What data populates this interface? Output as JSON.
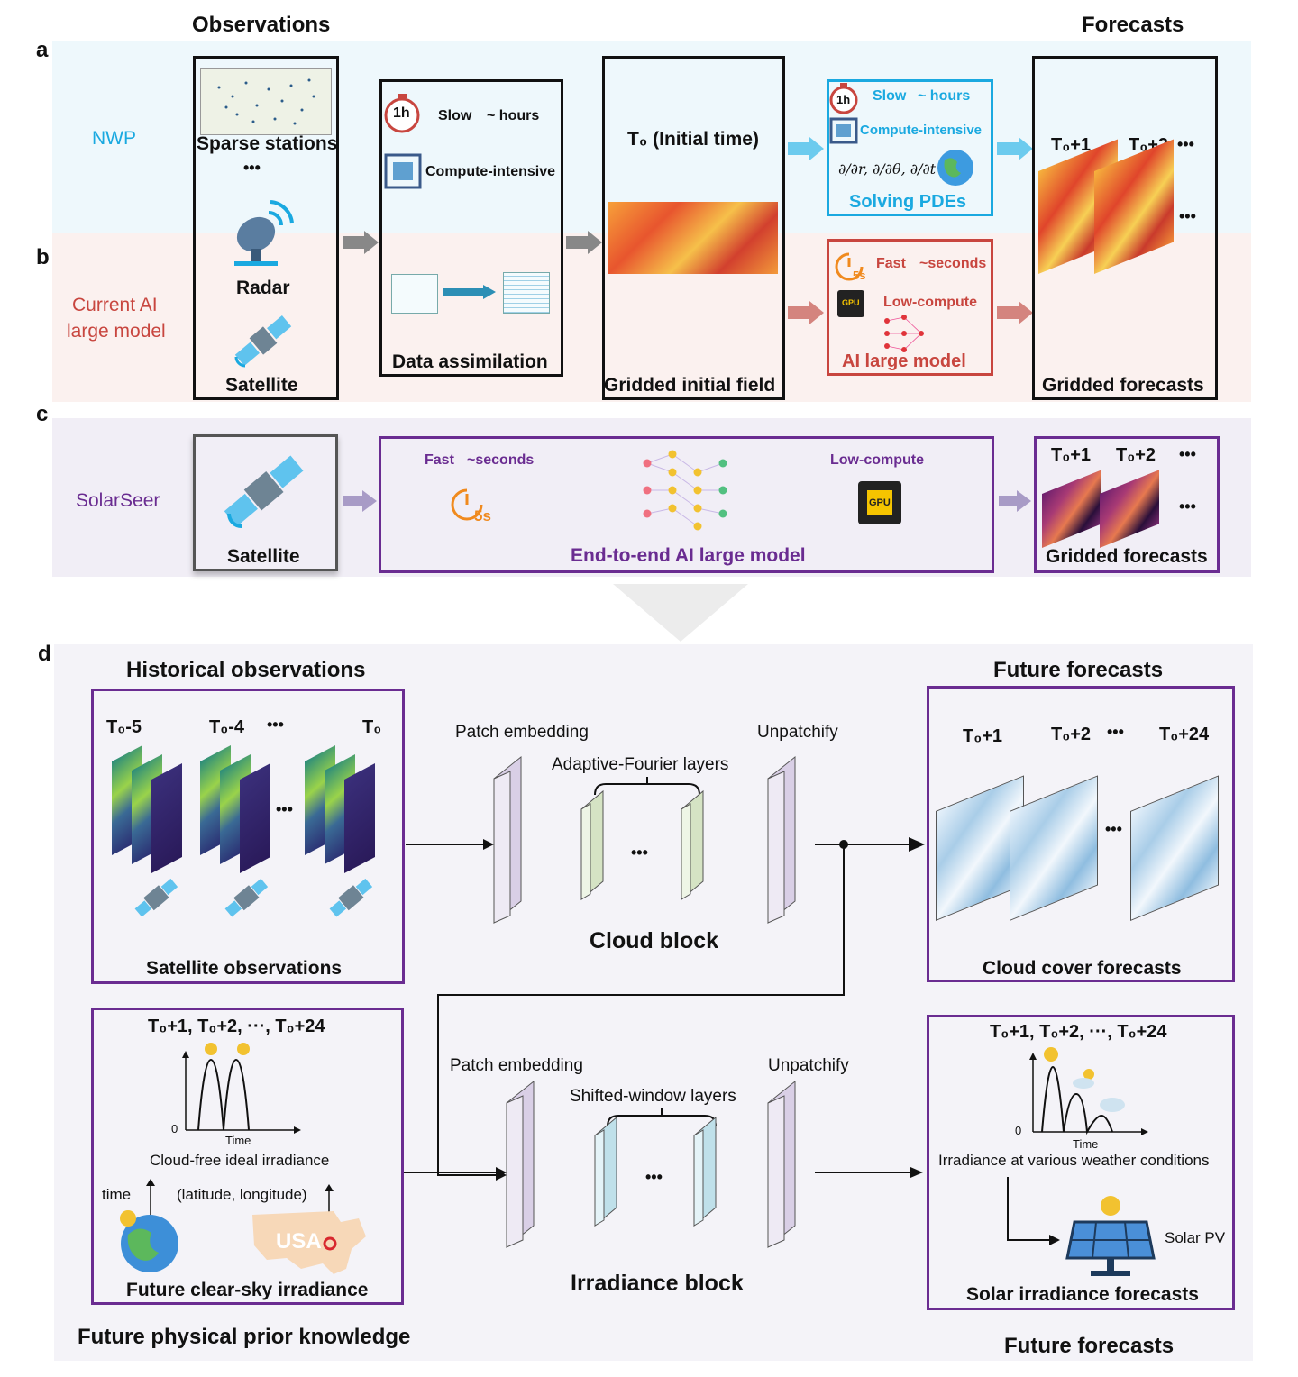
{
  "headers": {
    "observations": "Observations",
    "forecasts": "Forecasts"
  },
  "panels": {
    "a": "a",
    "b": "b",
    "c": "c",
    "d": "d"
  },
  "rows": {
    "nwp": "NWP",
    "current_ai_1": "Current AI",
    "current_ai_2": "large model",
    "solarseer": "SolarSeer"
  },
  "obs": {
    "sparse": "Sparse stations",
    "dots": "•••",
    "radar": "Radar",
    "satellite": "Satellite"
  },
  "da": {
    "slow": "Slow",
    "hours": "~ hours",
    "compute": "Compute-intensive",
    "title": "Data assimilation",
    "timer": "1h"
  },
  "init": {
    "t0": "T₀ (Initial time)",
    "title": "Gridded initial field"
  },
  "nwp_box": {
    "slow": "Slow",
    "hours": "~ hours",
    "compute": "Compute-intensive",
    "pde": "∂/∂r, ∂/∂θ, ∂/∂t",
    "title": "Solving PDEs",
    "timer": "1h"
  },
  "ai_box": {
    "fast": "Fast",
    "seconds": "~seconds",
    "compute": "Low-compute",
    "title": "AI large model",
    "timer": "5s",
    "gpu": "GPU"
  },
  "forecast_ab": {
    "t1": "T₀+1",
    "t2": "T₀+2",
    "dots": "•••",
    "dots2": "•••",
    "title": "Gridded forecasts"
  },
  "c_row": {
    "satellite": "Satellite",
    "fast": "Fast",
    "seconds": "~seconds",
    "compute": "Low-compute",
    "title": "End-to-end AI large model",
    "timer": "5s",
    "gpu": "GPU",
    "t1": "T₀+1",
    "t2": "T₀+2",
    "dots": "•••",
    "dots2": "•••",
    "forecast_title": "Gridded forecasts"
  },
  "d": {
    "hist_title": "Historical observations",
    "t_m5": "T₀-5",
    "t_m4": "T₀-4",
    "dots": "•••",
    "t0": "T₀",
    "dots_mid": "•••",
    "sat_obs": "Satellite observations",
    "patch1": "Patch embedding",
    "afl": "Adaptive-Fourier layers",
    "unpatch1": "Unpatchify",
    "mid_dots1": "•••",
    "cloud_block": "Cloud block",
    "future_title": "Future forecasts",
    "f_t1": "T₀+1",
    "f_t2": "T₀+2",
    "f_dots": "•••",
    "f_t24": "T₀+24",
    "f_dots2": "•••",
    "cloud_cover": "Cloud cover forecasts",
    "prior_times": "T₀+1, T₀+2, ···, T₀+24",
    "zero": "0",
    "time_axis": "Time",
    "cloud_free": "Cloud-free ideal irradiance",
    "time_lbl": "time",
    "latlon": "(latitude, longitude)",
    "usa": "USA",
    "clear_sky": "Future clear-sky irradiance",
    "prior_caption": "Future physical prior knowledge",
    "patch2": "Patch embedding",
    "swl": "Shifted-window layers",
    "unpatch2": "Unpatchify",
    "mid_dots2": "•••",
    "irr_block": "Irradiance block",
    "irr_times": "T₀+1, T₀+2, ···, T₀+24",
    "irr_zero": "0",
    "irr_time": "Time",
    "irr_various": "Irradiance at various weather conditions",
    "solar_pv": "Solar PV",
    "solar_title": "Solar irradiance forecasts",
    "future_caption": "Future forecasts"
  },
  "colors": {
    "cyan": "#1aa9e0",
    "red": "#c8463f",
    "purple": "#6a2c91",
    "band_a": "#eef8fc",
    "band_b": "#fbf1ef",
    "band_c": "#f1eef6",
    "band_d": "#f4f3f8"
  }
}
